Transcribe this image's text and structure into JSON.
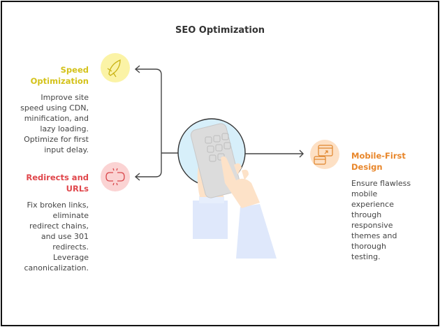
{
  "title": "SEO Optimization",
  "colors": {
    "speed": "#d4c21a",
    "redirects": "#e0464b",
    "mobile": "#e8862a",
    "connector": "#444444"
  },
  "items": [
    {
      "heading": [
        "Speed",
        "Optimization"
      ],
      "description": [
        "Improve site",
        "speed using CDN,",
        "minification, and",
        "lazy loading.",
        "Optimize for first",
        "input delay."
      ],
      "icon": "rocket-icon"
    },
    {
      "heading": [
        "Redirects and",
        "URLs"
      ],
      "description": [
        "Fix broken links,",
        "eliminate",
        "redirect chains,",
        "and use 301",
        "redirects.",
        "Leverage",
        "canonicalization."
      ],
      "icon": "broken-link-icon"
    },
    {
      "heading": [
        "Mobile-First",
        "Design"
      ],
      "description": [
        "Ensure flawless",
        "mobile",
        "experience",
        "through",
        "responsive",
        "themes and",
        "thorough",
        "testing."
      ],
      "icon": "responsive-windows-icon"
    }
  ]
}
